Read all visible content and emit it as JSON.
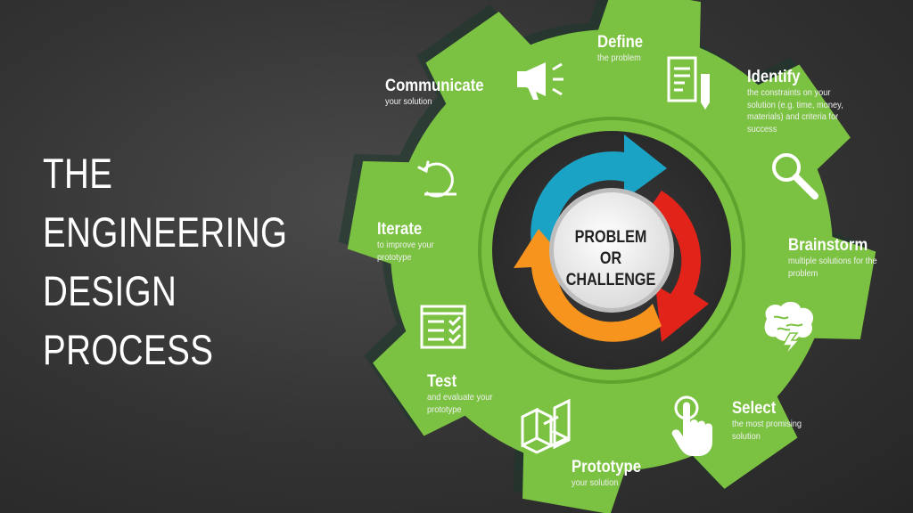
{
  "title": {
    "lines": [
      "THE",
      "ENGINEERING",
      "DESIGN",
      "PROCESS"
    ]
  },
  "center": {
    "line1": "PROBLEM",
    "line2": "OR CHALLENGE"
  },
  "steps": [
    {
      "name": "Define",
      "desc": "the problem",
      "icon": "document-pencil-icon"
    },
    {
      "name": "Identify",
      "desc": "the constraints on your solution (e.g. time, money, materials) and criteria for success",
      "icon": "magnifier-icon"
    },
    {
      "name": "Brainstorm",
      "desc": "multiple solutions for the problem",
      "icon": "brain-lightning-icon"
    },
    {
      "name": "Select",
      "desc": "the most promising solution",
      "icon": "hand-pointer-icon"
    },
    {
      "name": "Prototype",
      "desc": "your solution",
      "icon": "blocks-icon"
    },
    {
      "name": "Test",
      "desc": "and evaluate your prototype",
      "icon": "checklist-icon"
    },
    {
      "name": "Iterate",
      "desc": "to improve your prototype",
      "icon": "cycle-arrow-icon"
    },
    {
      "name": "Communicate",
      "desc": "your solution",
      "icon": "megaphone-icon"
    }
  ],
  "colors": {
    "gear_green": "#7cc242",
    "gear_dark_green": "#5a9a2a",
    "arrow_blue": "#1ba3c6",
    "arrow_red": "#e2231a",
    "arrow_orange": "#f7941d",
    "background": "#333333"
  }
}
